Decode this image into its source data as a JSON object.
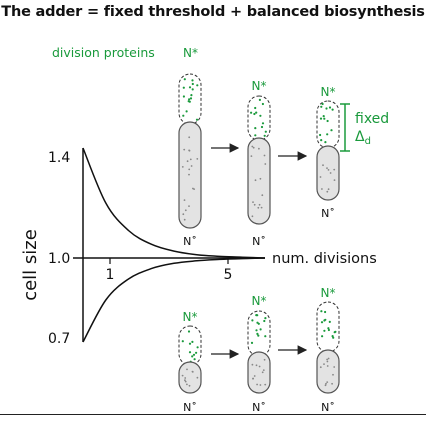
{
  "title": "The adder = fixed threshold + balanced biosynthesis",
  "protein_label": "division proteins",
  "n_star": "N*",
  "n_dot": "N˚",
  "fixed_line1": "fixed",
  "fixed_line2": "Δ",
  "fixed_sub": "d",
  "colors": {
    "green": "#1a9a3c",
    "cell_fill": "#e3e3e3",
    "cell_stroke": "#555555",
    "curve": "#111111"
  },
  "chart_data": {
    "type": "line",
    "xlabel": "num. divisions",
    "ylabel": "cell size",
    "x_ticks": [
      1,
      5
    ],
    "y_ticks": [
      "1.4",
      "1.0",
      "0.7"
    ],
    "xlim": [
      0,
      8
    ],
    "ylim": [
      0.7,
      1.4
    ],
    "series": [
      {
        "x": [
          0,
          1,
          2,
          3,
          4,
          5,
          6,
          7,
          8
        ],
        "values": [
          1.4,
          1.2,
          1.1,
          1.05,
          1.025,
          1.012,
          1.006,
          1.003,
          1.0
        ]
      },
      {
        "x": [
          0,
          1,
          2,
          3,
          4,
          5,
          6,
          7,
          8
        ],
        "values": [
          0.7,
          0.85,
          0.925,
          0.962,
          0.981,
          0.99,
          0.995,
          0.998,
          1.0
        ]
      }
    ]
  }
}
